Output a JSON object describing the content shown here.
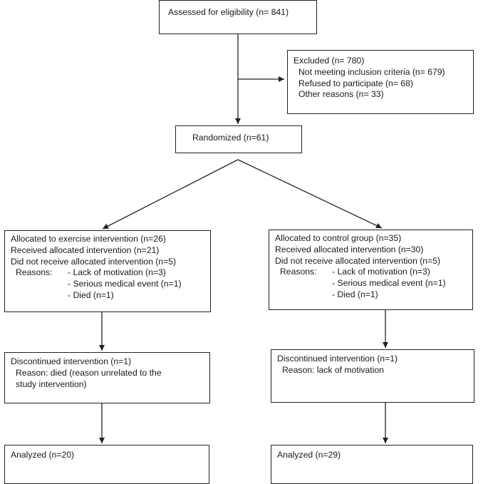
{
  "assessed": "Assessed for eligibility (n= 841)",
  "excluded": {
    "title": "Excluded (n= 780)",
    "items": [
      "Not meeting inclusion criteria (n= 679)",
      "Refused to participate (n= 68)",
      "Other reasons (n= 33)"
    ]
  },
  "randomized": "Randomized (n=61)",
  "exercise": {
    "allocated": "Allocated to exercise intervention (n=26)",
    "received": "Received allocated intervention (n=21)",
    "not_received": "Did not receive allocated intervention (n=5)",
    "reasons_label": "Reasons:",
    "reasons": [
      "- Lack of motivation (n=3)",
      "- Serious medical event (n=1)",
      "- Died (n=1)"
    ],
    "discontinued": "Discontinued intervention (n=1)",
    "discontinued_reason_1": "Reason: died (reason unrelated to the",
    "discontinued_reason_2": "study intervention)",
    "analyzed": "Analyzed  (n=20)"
  },
  "control": {
    "allocated": "Allocated to control group (n=35)",
    "received": "Received allocated intervention (n=30)",
    "not_received": "Did not receive allocated intervention (n=5)",
    "reasons_label": "Reasons:",
    "reasons": [
      "- Lack of motivation (n=3)",
      "- Serious medical event (n=1)",
      "- Died (n=1)"
    ],
    "discontinued": "Discontinued intervention (n=1)",
    "discontinued_reason_1": "Reason:  lack of motivation",
    "analyzed": "Analyzed  (n=29)"
  }
}
